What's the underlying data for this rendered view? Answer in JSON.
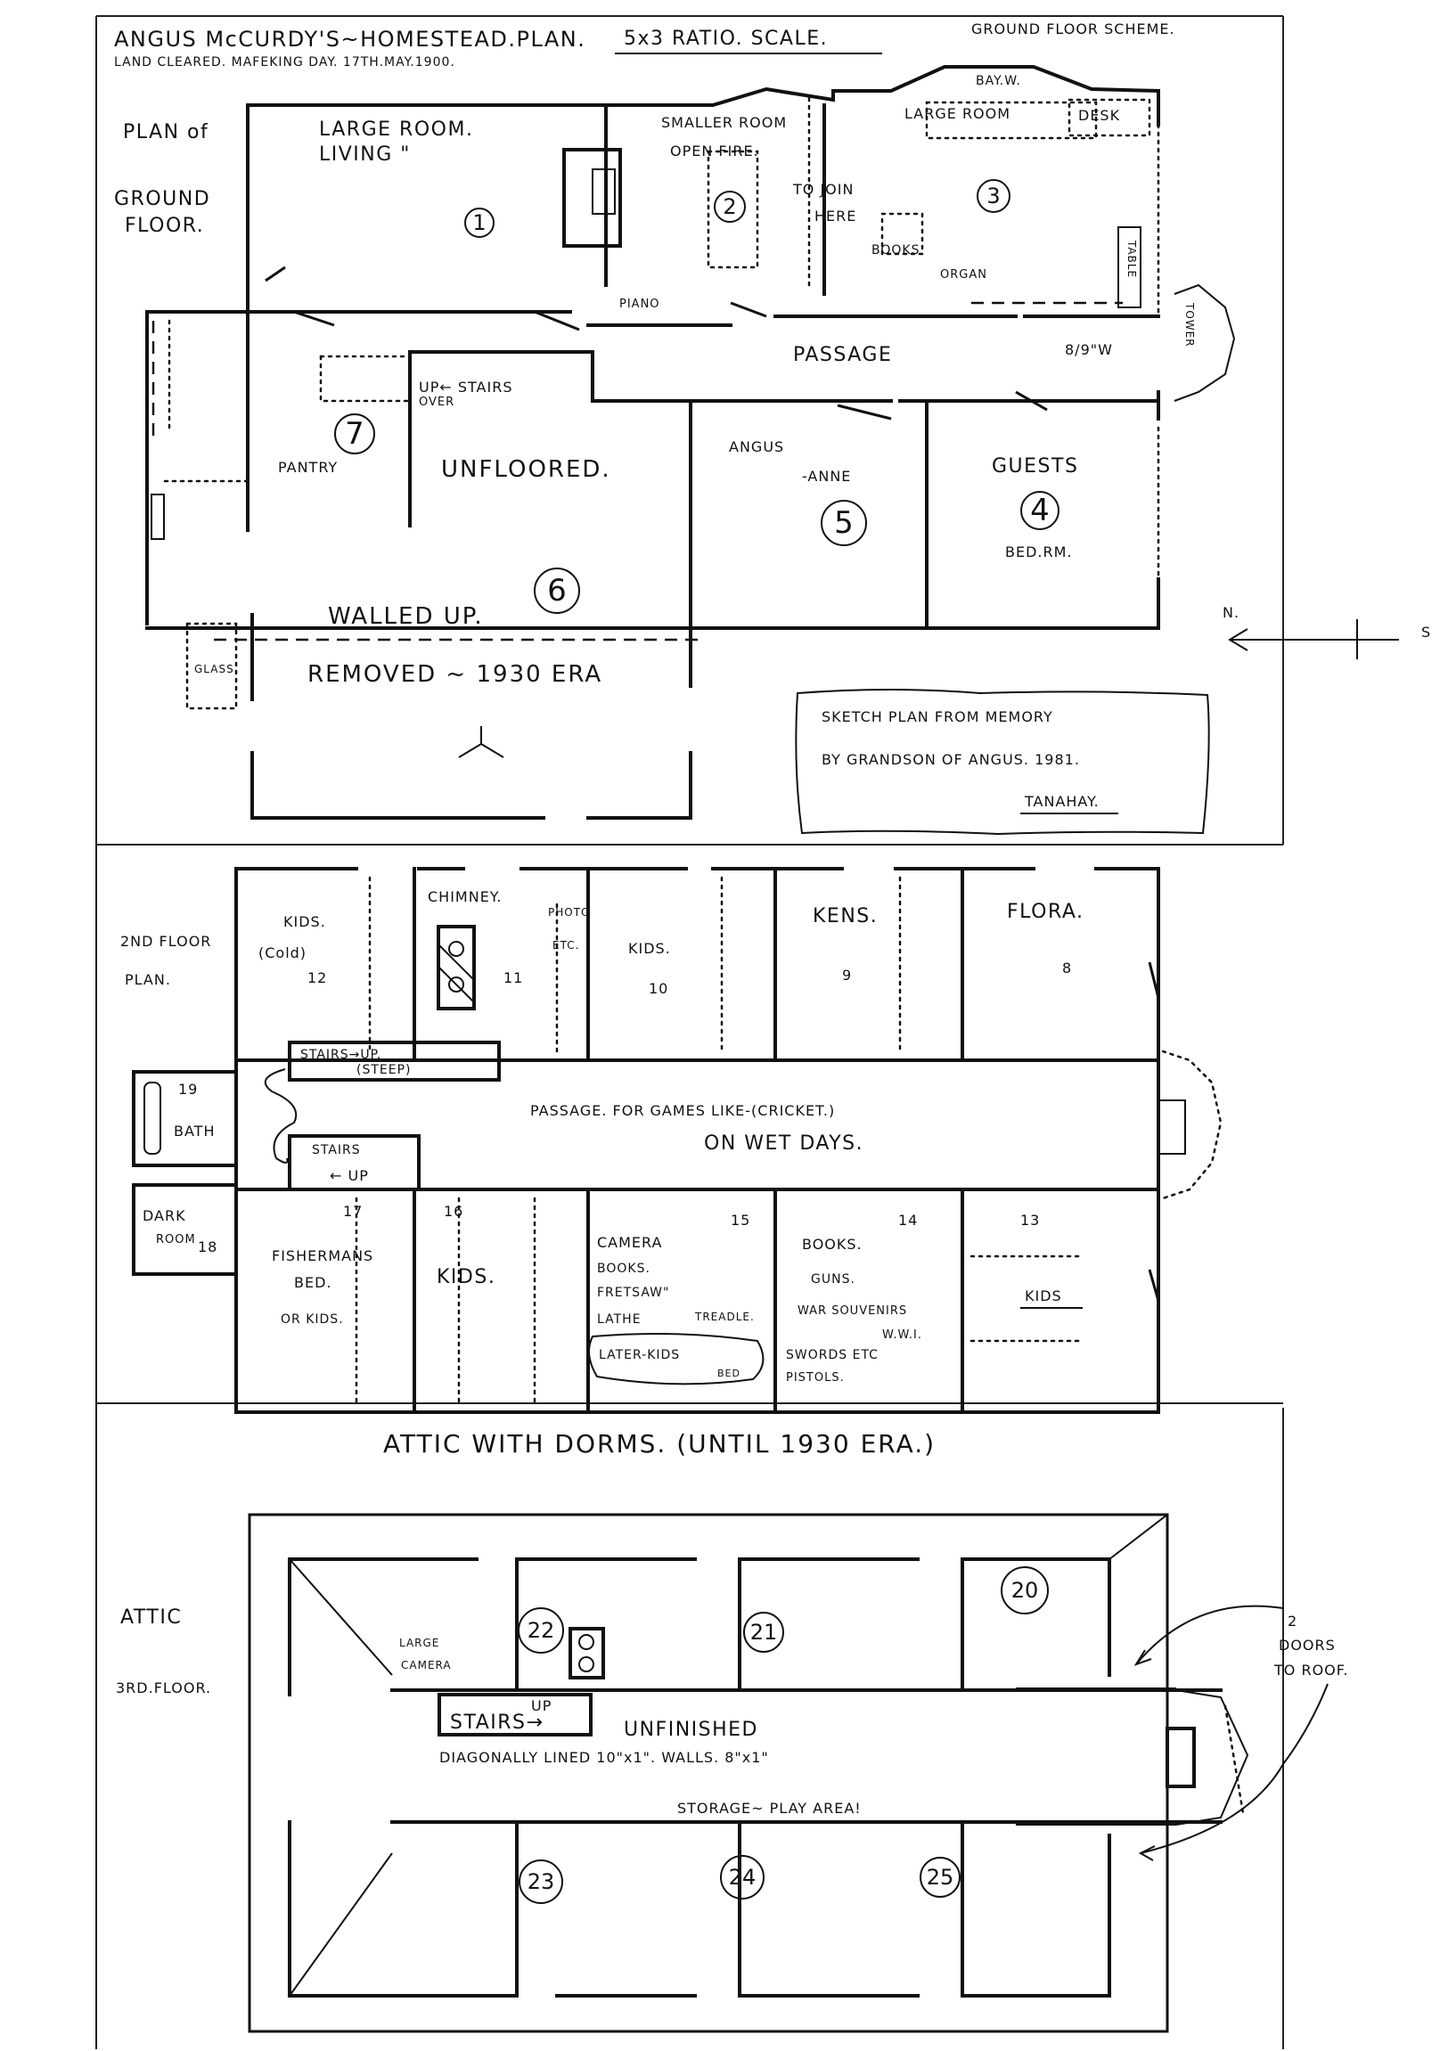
{
  "header": {
    "title": "ANGUS McCURDY'S~HOMESTEAD.PLAN.",
    "subtitle": "LAND CLEARED. MAFEKING DAY. 17TH.MAY.1900.",
    "scale": "5x3 RATIO. SCALE.",
    "scheme": "GROUND FLOOR SCHEME."
  },
  "ground_floor": {
    "heading": [
      "PLAN of",
      "GROUND",
      "FLOOR."
    ],
    "rooms": {
      "r1_label": [
        "LARGE ROOM.",
        "LIVING \""
      ],
      "r1_num": "1",
      "r2_label": [
        "SMALLER ROOM",
        "OPEN FIRE."
      ],
      "r2_num": "2",
      "r3_label": "LARGE ROOM",
      "r3_num": "3",
      "r4_label": [
        "GUESTS",
        "BED.RM."
      ],
      "r4_num": "4",
      "r5_label": [
        "ANGUS",
        "-ANNE"
      ],
      "r5_num": "5",
      "r6_num": "6",
      "r7_num": "7",
      "pantry": "PANTRY",
      "unfloored": "UNFLOORED.",
      "walled_up": "WALLED UP.",
      "removed": "REMOVED ~ 1930 ERA",
      "passage": "PASSAGE",
      "stairs": "UP← STAIRS",
      "stairs_over": "OVER",
      "to_join": [
        "TO JOIN",
        "HERE"
      ],
      "books": "BOOKS",
      "organ": "ORGAN",
      "piano": "PIANO",
      "desk": "DESK",
      "bay_w": "BAY.W.",
      "table": "TABLE",
      "tower": "TOWER",
      "dimension": "8/9\"W",
      "glass": "GLASS"
    },
    "compass": {
      "n": "N.",
      "s": "S"
    },
    "note": [
      "SKETCH PLAN FROM MEMORY",
      "BY GRANDSON OF ANGUS. 1981.",
      "TANAHAY."
    ]
  },
  "second_floor": {
    "heading": [
      "2ND FLOOR",
      "PLAN."
    ],
    "rooms": {
      "r12": [
        "KIDS.",
        "(Cold)",
        "12"
      ],
      "chimney": "CHIMNEY.",
      "r11": "11",
      "photo": [
        "PHOTO",
        "ETC."
      ],
      "r10": [
        "KIDS.",
        "10"
      ],
      "r9": [
        "KENS.",
        "9"
      ],
      "r8": [
        "FLORA.",
        "8"
      ],
      "r19": [
        "19",
        "BATH"
      ],
      "r18": [
        "DARK",
        "ROOM",
        "18"
      ],
      "stairs_steep": [
        "STAIRS→UP.",
        "(STEEP)"
      ],
      "stairs_up": [
        "STAIRS",
        "← UP"
      ],
      "passage": [
        "PASSAGE. FOR GAMES LIKE-(CRICKET.)",
        "ON WET DAYS."
      ],
      "r17": [
        "17",
        "FISHERMANS",
        "BED.",
        "OR KIDS."
      ],
      "r16": [
        "16",
        "KIDS."
      ],
      "r15": [
        "15",
        "CAMERA",
        "BOOKS.",
        "FRETSAW\"",
        "LATHE",
        "TREADLE.",
        "LATER-KIDS",
        "BED"
      ],
      "r14": [
        "14",
        "BOOKS.",
        "GUNS.",
        "WAR SOUVENIRS",
        "W.W.I.",
        "SWORDS ETC",
        "PISTOLS."
      ],
      "r13": [
        "13",
        "KIDS"
      ]
    }
  },
  "attic": {
    "title": "ATTIC WITH DORMS. (UNTIL 1930 ERA.)",
    "heading": [
      "ATTIC",
      "3RD.FLOOR."
    ],
    "rooms": {
      "r22": [
        "LARGE",
        "CAMERA",
        "22"
      ],
      "r21": "21",
      "r20": "20",
      "r23": "23",
      "r24": "24",
      "r25": "25",
      "stairs": [
        "UP",
        "STAIRS→"
      ],
      "unfinished": "UNFINISHED",
      "lined": "DIAGONALLY LINED 10\"x1\". WALLS. 8\"x1\"",
      "storage": "STORAGE~ PLAY AREA!",
      "doors": [
        "2",
        "DOORS",
        "TO ROOF."
      ]
    }
  }
}
